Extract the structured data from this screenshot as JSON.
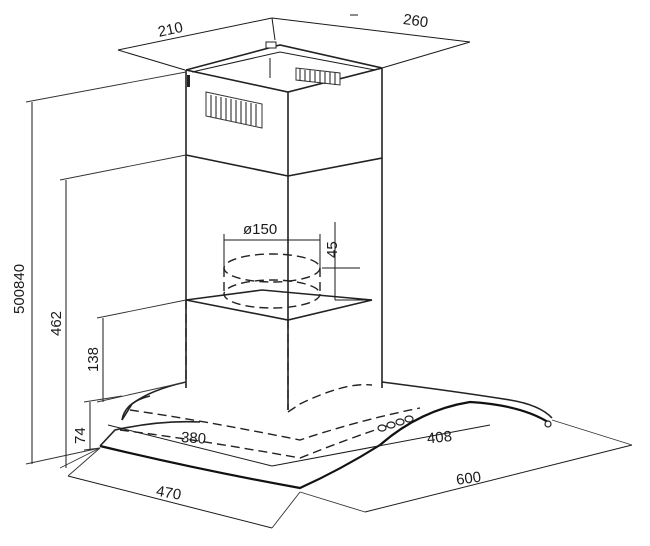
{
  "dimensions": {
    "chimney_depth": "210",
    "chimney_width": "260",
    "total_height": "500840",
    "lower_height": "462",
    "duct_diameter": "ø150",
    "duct_offset": "45",
    "body_height": "138",
    "canopy_height": "74",
    "canopy_depth_inner": "380",
    "canopy_width_inner": "408",
    "canopy_depth": "470",
    "canopy_width": "600"
  }
}
